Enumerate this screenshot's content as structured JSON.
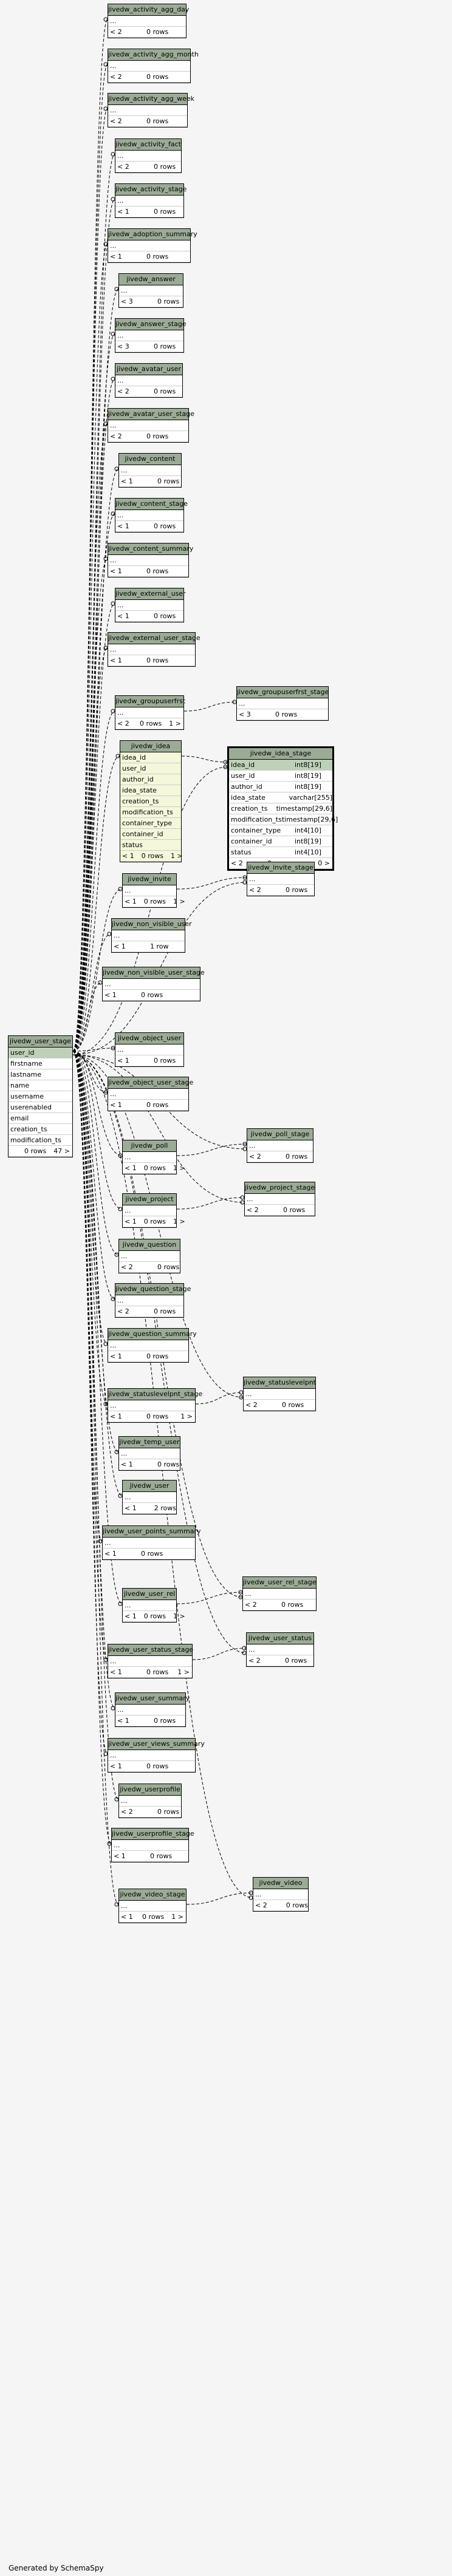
{
  "footer": "Generated by SchemaSpy",
  "tables": {
    "activity_agg_day": {
      "title": "jivedw_activity_agg_day",
      "stub": "...",
      "cnt": "< 2",
      "rows": "0 rows"
    },
    "activity_agg_month": {
      "title": "jivedw_activity_agg_month",
      "stub": "...",
      "cnt": "< 2",
      "rows": "0 rows"
    },
    "activity_agg_week": {
      "title": "jivedw_activity_agg_week",
      "stub": "...",
      "cnt": "< 2",
      "rows": "0 rows"
    },
    "activity_fact": {
      "title": "jivedw_activity_fact",
      "stub": "...",
      "cnt": "< 2",
      "rows": "0 rows"
    },
    "activity_stage": {
      "title": "jivedw_activity_stage",
      "stub": "...",
      "cnt": "< 1",
      "rows": "0 rows"
    },
    "adoption_summary": {
      "title": "jivedw_adoption_summary",
      "stub": "...",
      "cnt": "< 1",
      "rows": "0 rows"
    },
    "answer": {
      "title": "jivedw_answer",
      "stub": "...",
      "cnt": "< 3",
      "rows": "0 rows"
    },
    "answer_stage": {
      "title": "jivedw_answer_stage",
      "stub": "...",
      "cnt": "< 3",
      "rows": "0 rows"
    },
    "avatar_user": {
      "title": "jivedw_avatar_user",
      "stub": "...",
      "cnt": "< 2",
      "rows": "0 rows"
    },
    "avatar_user_stage": {
      "title": "jivedw_avatar_user_stage",
      "stub": "...",
      "cnt": "< 2",
      "rows": "0 rows"
    },
    "content": {
      "title": "jivedw_content",
      "stub": "...",
      "cnt": "< 1",
      "rows": "0 rows"
    },
    "content_stage": {
      "title": "jivedw_content_stage",
      "stub": "...",
      "cnt": "< 1",
      "rows": "0 rows"
    },
    "content_summary": {
      "title": "jivedw_content_summary",
      "stub": "...",
      "cnt": "< 1",
      "rows": "0 rows"
    },
    "external_user": {
      "title": "jivedw_external_user",
      "stub": "...",
      "cnt": "< 1",
      "rows": "0 rows"
    },
    "external_user_stage": {
      "title": "jivedw_external_user_stage",
      "stub": "...",
      "cnt": "< 1",
      "rows": "0 rows"
    },
    "groupuserfrst": {
      "title": "jivedw_groupuserfrst",
      "stub": "...",
      "cnt": "< 2",
      "rows": "0 rows",
      "ref": "1 >"
    },
    "groupuserfrst_stage": {
      "title": "jivedw_groupuserfrst_stage",
      "stub": "...",
      "cnt": "< 3",
      "rows": "0 rows"
    },
    "idea": {
      "title": "jivedw_idea",
      "cols": [
        "idea_id",
        "user_id",
        "author_id",
        "idea_state",
        "creation_ts",
        "modification_ts",
        "container_type",
        "container_id",
        "status"
      ],
      "cnt": "< 1",
      "rows": "0 rows",
      "ref": "1 >"
    },
    "idea_stage": {
      "title": "jivedw_idea_stage",
      "cols": [
        [
          "idea_id",
          "int8[19]"
        ],
        [
          "user_id",
          "int8[19]"
        ],
        [
          "author_id",
          "int8[19]"
        ],
        [
          "idea_state",
          "varchar[255]"
        ],
        [
          "creation_ts",
          "timestamp[29,6]"
        ],
        [
          "modification_ts",
          "timestamp[29,6]"
        ],
        [
          "container_type",
          "int4[10]"
        ],
        [
          "container_id",
          "int8[19]"
        ],
        [
          "status",
          "int4[10]"
        ]
      ],
      "cnt": "< 2",
      "rows": "0 rows",
      "ref": "0 >"
    },
    "invite": {
      "title": "jivedw_invite",
      "stub": "...",
      "cnt": "< 1",
      "rows": "0 rows",
      "ref": "1 >"
    },
    "invite_stage": {
      "title": "jivedw_invite_stage",
      "stub": "...",
      "cnt": "< 2",
      "rows": "0 rows"
    },
    "non_visible_user": {
      "title": "jivedw_non_visible_user",
      "stub": "...",
      "cnt": "< 1",
      "rows": "1 row"
    },
    "non_visible_user_stage": {
      "title": "jivedw_non_visible_user_stage",
      "stub": "...",
      "cnt": "< 1",
      "rows": "0 rows"
    },
    "user_stage": {
      "title": "jivedw_user_stage",
      "cols": [
        "user_id",
        "firstname",
        "lastname",
        "name",
        "username",
        "userenabled",
        "email",
        "creation_ts",
        "modification_ts"
      ],
      "rows": "0 rows",
      "ref": "47 >"
    },
    "object_user": {
      "title": "jivedw_object_user",
      "stub": "...",
      "cnt": "< 1",
      "rows": "0 rows"
    },
    "object_user_stage": {
      "title": "jivedw_object_user_stage",
      "stub": "...",
      "cnt": "< 1",
      "rows": "0 rows"
    },
    "poll": {
      "title": "jivedw_poll",
      "stub": "...",
      "cnt": "< 1",
      "rows": "0 rows",
      "ref": "1 >"
    },
    "poll_stage": {
      "title": "jivedw_poll_stage",
      "stub": "...",
      "cnt": "< 2",
      "rows": "0 rows"
    },
    "project": {
      "title": "jivedw_project",
      "stub": "...",
      "cnt": "< 1",
      "rows": "0 rows",
      "ref": "1 >"
    },
    "project_stage": {
      "title": "jivedw_project_stage",
      "stub": "...",
      "cnt": "< 2",
      "rows": "0 rows"
    },
    "question": {
      "title": "jivedw_question",
      "stub": "...",
      "cnt": "< 2",
      "rows": "0 rows"
    },
    "question_stage": {
      "title": "jivedw_question_stage",
      "stub": "...",
      "cnt": "< 2",
      "rows": "0 rows"
    },
    "question_summary": {
      "title": "jivedw_question_summary",
      "stub": "...",
      "cnt": "< 1",
      "rows": "0 rows"
    },
    "statuslevelpnt": {
      "title": "jivedw_statuslevelpnt",
      "stub": "...",
      "cnt": "< 2",
      "rows": "0 rows"
    },
    "statuslevelpnt_stage": {
      "title": "jivedw_statuslevelpnt_stage",
      "stub": "...",
      "cnt": "< 1",
      "rows": "0 rows",
      "ref": "1 >"
    },
    "temp_user": {
      "title": "jivedw_temp_user",
      "stub": "...",
      "cnt": "< 1",
      "rows": "0 rows"
    },
    "user": {
      "title": "jivedw_user",
      "stub": "...",
      "cnt": "< 1",
      "rows": "2 rows"
    },
    "user_points_summary": {
      "title": "jivedw_user_points_summary",
      "stub": "...",
      "cnt": "< 1",
      "rows": "0 rows"
    },
    "user_rel": {
      "title": "jivedw_user_rel",
      "stub": "...",
      "cnt": "< 1",
      "rows": "0 rows",
      "ref": "1 >"
    },
    "user_rel_stage": {
      "title": "jivedw_user_rel_stage",
      "stub": "...",
      "cnt": "< 2",
      "rows": "0 rows"
    },
    "user_status": {
      "title": "jivedw_user_status",
      "stub": "...",
      "cnt": "< 2",
      "rows": "0 rows"
    },
    "user_status_stage": {
      "title": "jivedw_user_status_stage",
      "stub": "...",
      "cnt": "< 1",
      "rows": "0 rows",
      "ref": "1 >"
    },
    "user_summary": {
      "title": "jivedw_user_summary",
      "stub": "...",
      "cnt": "< 1",
      "rows": "0 rows"
    },
    "user_views_summary": {
      "title": "jivedw_user_views_summary",
      "stub": "...",
      "cnt": "< 1",
      "rows": "0 rows"
    },
    "userprofile": {
      "title": "jivedw_userprofile",
      "stub": "...",
      "cnt": "< 2",
      "rows": "0 rows"
    },
    "userprofile_stage": {
      "title": "jivedw_userprofile_stage",
      "stub": "...",
      "cnt": "< 1",
      "rows": "0 rows"
    },
    "video": {
      "title": "jivedw_video",
      "stub": "...",
      "cnt": "< 2",
      "rows": "0 rows"
    },
    "video_stage": {
      "title": "jivedw_video_stage",
      "stub": "...",
      "cnt": "< 1",
      "rows": "0 rows",
      "ref": "1 >"
    }
  },
  "colors": {
    "header": "#9bab96",
    "pk": "#bed1b8",
    "focus_bg": "#f4f7da",
    "background": "#f5f5f5"
  }
}
